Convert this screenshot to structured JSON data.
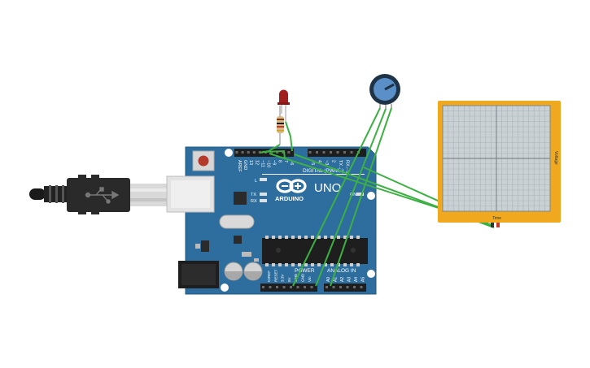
{
  "board": {
    "brand": "ARDUINO",
    "model": "UNO",
    "digital_label": "DIGITAL (PWM~)",
    "power_label": "POWER",
    "analog_label": "ANALOG IN",
    "led_l": "L",
    "led_tx": "TX",
    "led_rx": "RX",
    "on_label": "ON",
    "top_pins": [
      "AREF",
      "GND",
      "13",
      "12",
      "~11",
      "~10",
      "~9",
      "8",
      "7",
      "~6",
      "~5",
      "4",
      "~3",
      "2",
      "TX→1",
      "RX←0"
    ],
    "power_pins": [
      "IOREF",
      "RESET",
      "3.3V",
      "5V",
      "GND",
      "GND",
      "Vin"
    ],
    "analog_pins": [
      "A0",
      "A1",
      "A2",
      "A3",
      "A4",
      "A5"
    ]
  },
  "oscilloscope": {
    "y_label": "Voltage",
    "x_label": "Time"
  },
  "colors": {
    "board": "#2d6e9e",
    "wire": "#3cb043",
    "scope_frame": "#f0a81e",
    "scope_screen": "#c9d1d4",
    "led": "#a01e1e",
    "pot": "#5b8fc7"
  },
  "components": {
    "led": "red-led",
    "resistor": "resistor",
    "potentiometer": "potentiometer",
    "usb": "usb-cable"
  }
}
